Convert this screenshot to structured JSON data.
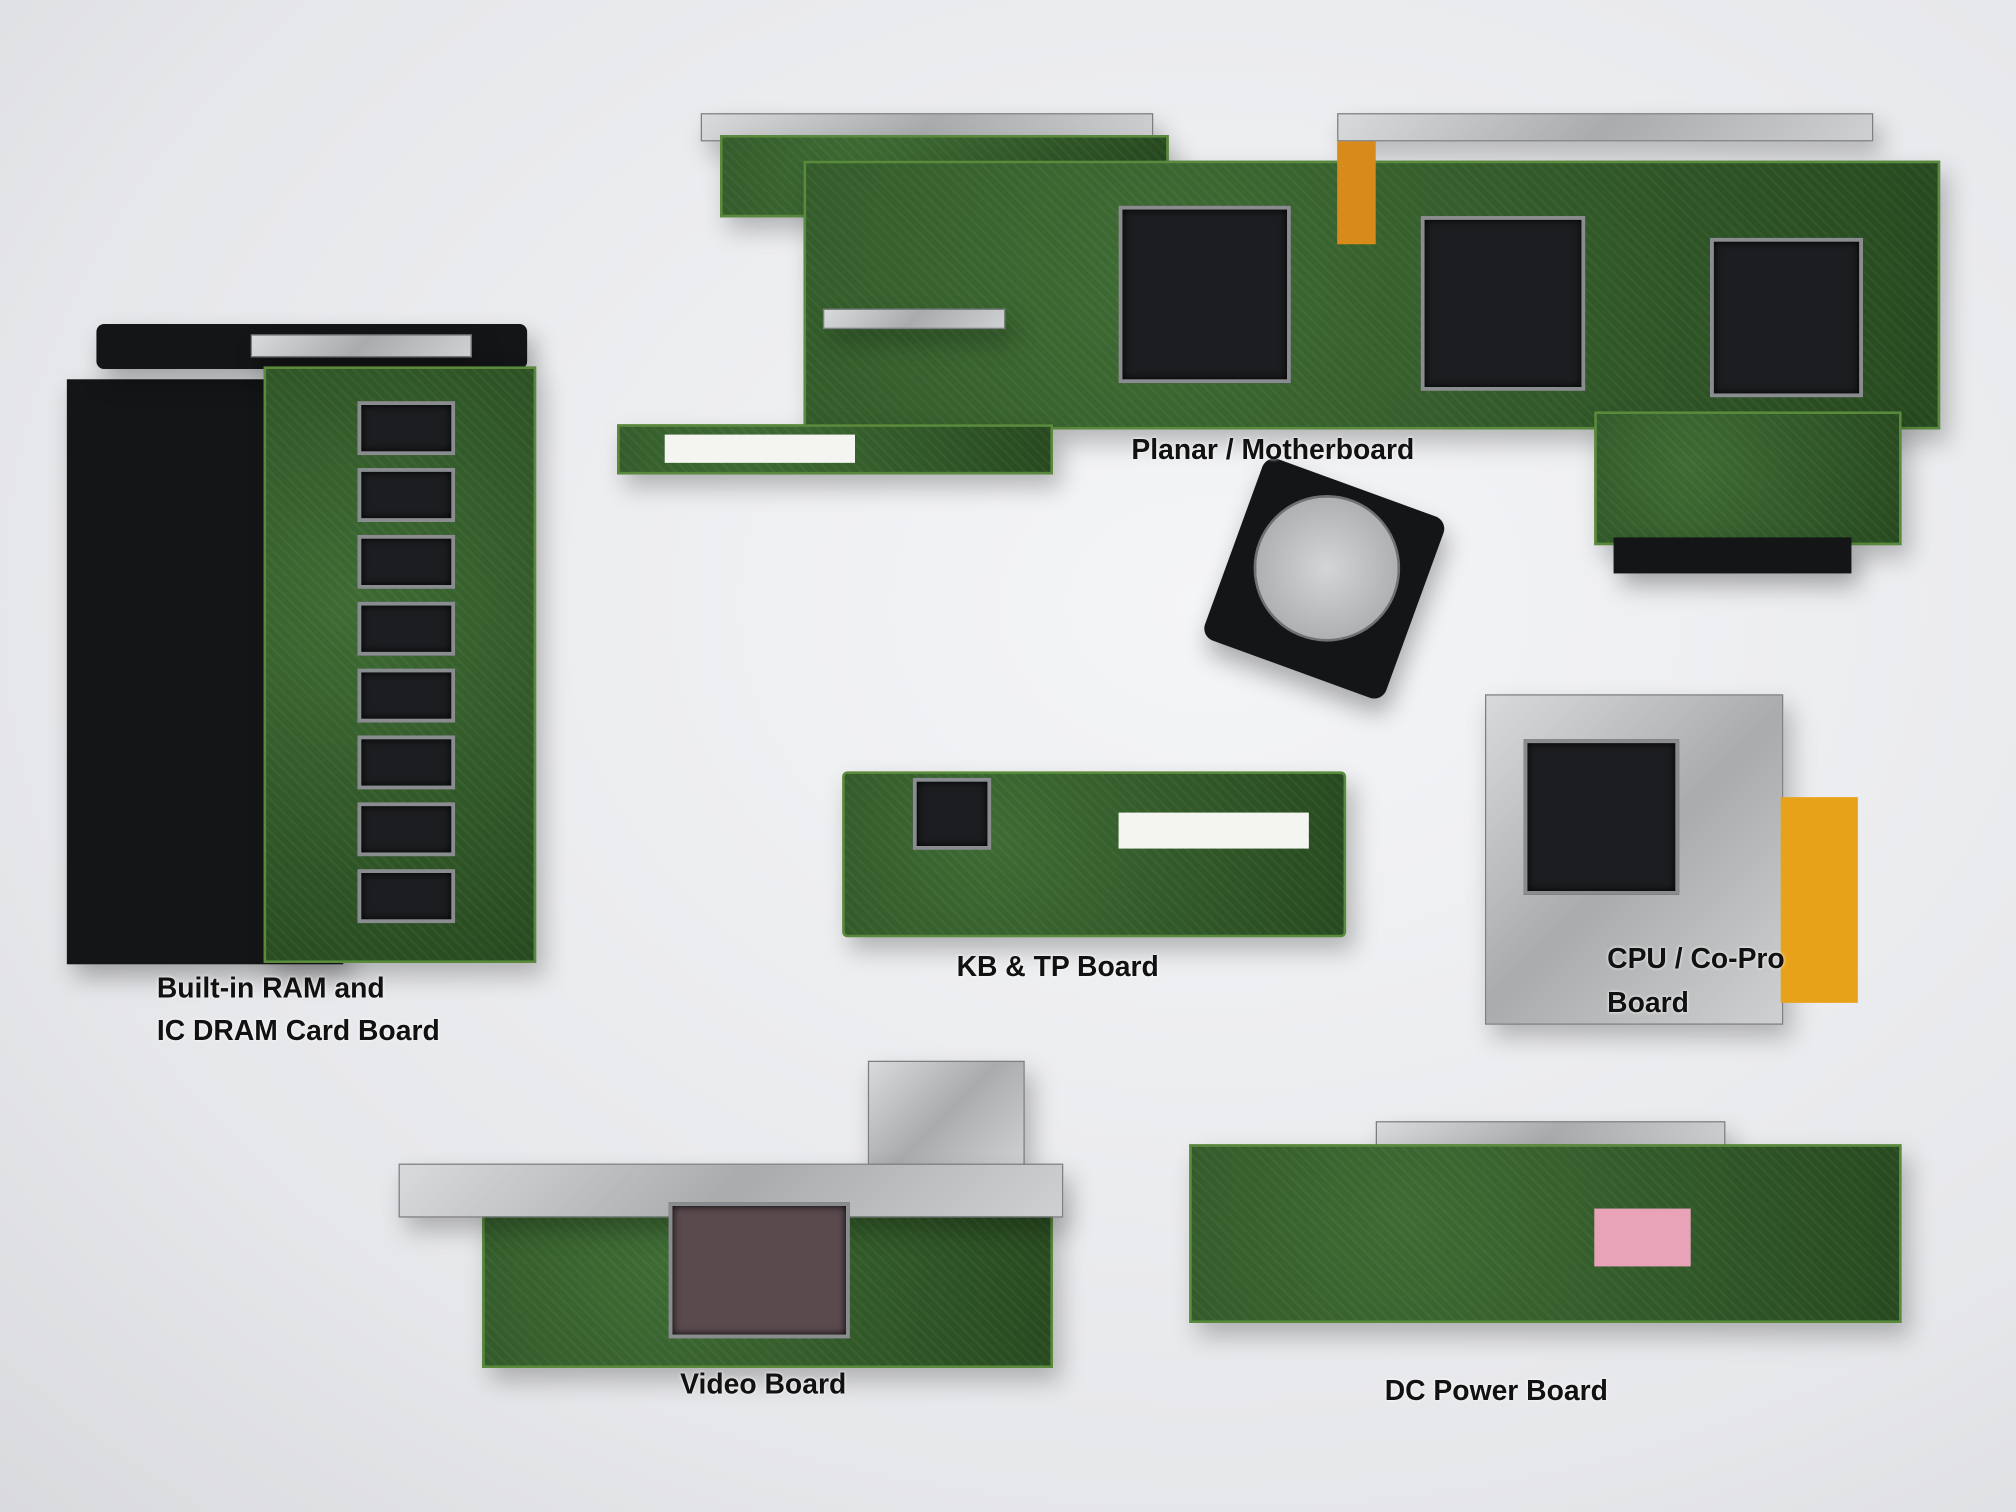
{
  "labels": {
    "motherboard": "Planar / Motherboard",
    "ram_line1": "Built-in RAM and",
    "ram_line2": "IC DRAM Card Board",
    "kb_tp": "KB & TP Board",
    "cpu_line1": "CPU / Co-Pro",
    "cpu_line2": "Board",
    "video": "Video Board",
    "dc_power": "DC Power Board"
  },
  "colors": {
    "pcb_green": "#2f5a2a",
    "kapton_orange": "#e8a21a",
    "background": "#eceef0"
  }
}
